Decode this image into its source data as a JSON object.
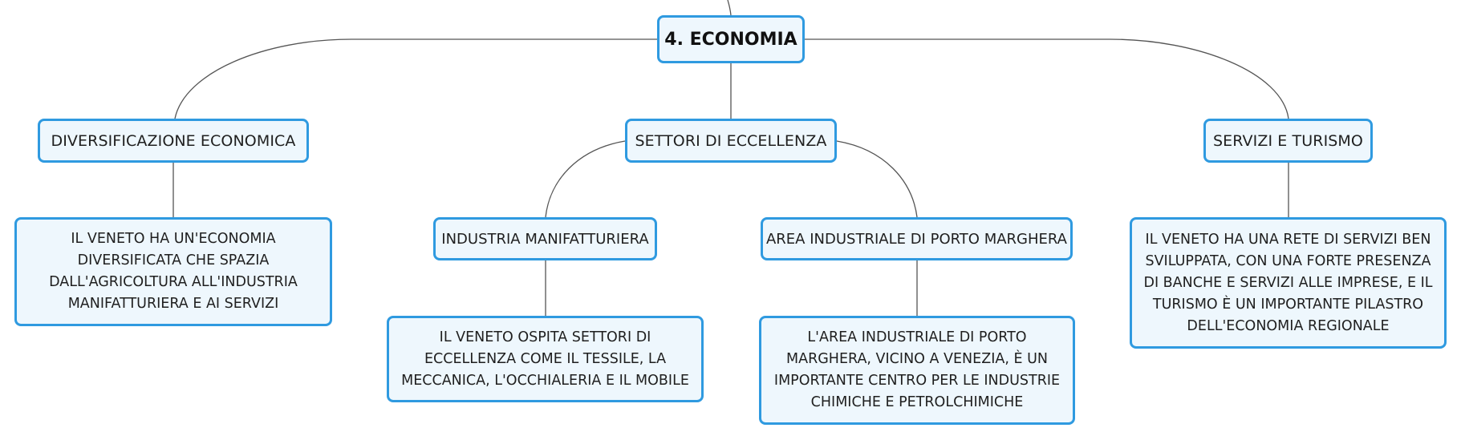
{
  "diagram": {
    "root": {
      "label": "4. ECONOMIA"
    },
    "branches": [
      {
        "label": "DIVERSIFICAZIONE ECONOMICA",
        "note": "IL VENETO HA UN'ECONOMIA DIVERSIFICATA CHE SPAZIA DALL'AGRICOLTURA ALL'INDUSTRIA MANIFATTURIERA E AI SERVIZI"
      },
      {
        "label": "SETTORI DI ECCELLENZA",
        "children": [
          {
            "label": "INDUSTRIA MANIFATTURIERA",
            "note": "IL VENETO OSPITA SETTORI DI ECCELLENZA COME IL TESSILE, LA MECCANICA, L'OCCHIALERIA E IL MOBILE"
          },
          {
            "label": "AREA INDUSTRIALE DI PORTO MARGHERA",
            "note": "L'AREA INDUSTRIALE DI PORTO MARGHERA, VICINO A VENEZIA, È UN IMPORTANTE CENTRO PER LE INDUSTRIE CHIMICHE E PETROLCHIMICHE"
          }
        ]
      },
      {
        "label": "SERVIZI E TURISMO",
        "note": "IL VENETO HA UNA RETE DI SERVIZI BEN SVILUPPATA, CON UNA FORTE PRESENZA DI BANCHE E SERVIZI ALLE IMPRESE, E IL TURISMO È UN IMPORTANTE PILASTRO DELL'ECONOMIA REGIONALE"
      }
    ]
  },
  "colors": {
    "node_border": "#2f9ae0",
    "node_fill": "#eef7fd",
    "connector": "#555555",
    "text": "#1f1f1f"
  }
}
